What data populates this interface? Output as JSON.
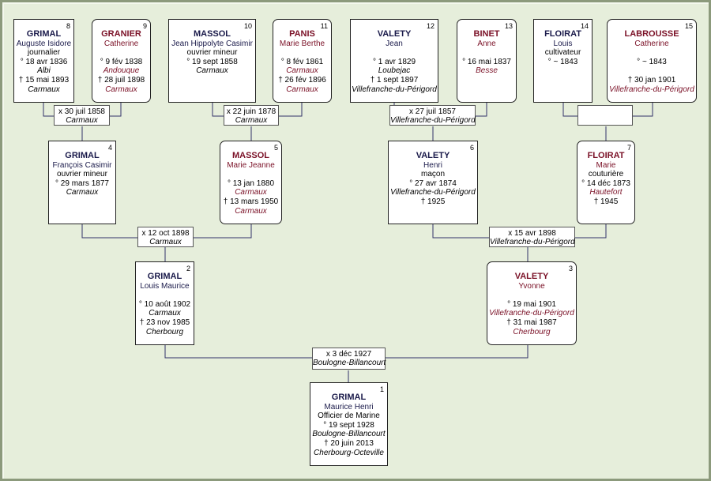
{
  "persons": {
    "p1": {
      "num": "1",
      "surname": "GRIMAL",
      "given": "Maurice Henri",
      "lines": [
        [
          "Officier de Marine",
          false
        ],
        [
          "° 19 sept 1928",
          false
        ],
        [
          "Boulogne-Billancourt",
          true
        ],
        [
          "† 20 juin 2013",
          false
        ],
        [
          "Cherbourg-Octeville",
          true
        ]
      ]
    },
    "p2": {
      "num": "2",
      "surname": "GRIMAL",
      "given": "Louis Maurice",
      "lines": [
        [
          "",
          false
        ],
        [
          "° 10 août 1902",
          false
        ],
        [
          "Carmaux",
          true
        ],
        [
          "† 23 nov 1985",
          false
        ],
        [
          "Cherbourg",
          true
        ]
      ]
    },
    "p3": {
      "num": "3",
      "surname": "VALETY",
      "given": "Yvonne",
      "lines": [
        [
          "",
          false
        ],
        [
          "° 19 mai 1901",
          false
        ],
        [
          "Villefranche-du-Périgord",
          true
        ],
        [
          "† 31 mai 1987",
          false
        ],
        [
          "Cherbourg",
          true
        ]
      ]
    },
    "p4": {
      "num": "4",
      "surname": "GRIMAL",
      "given": "François Casimir",
      "lines": [
        [
          "ouvrier mineur",
          false
        ],
        [
          "° 29 mars 1877",
          false
        ],
        [
          "Carmaux",
          true
        ]
      ]
    },
    "p5": {
      "num": "5",
      "surname": "MASSOL",
      "given": "Marie Jeanne",
      "lines": [
        [
          "",
          false
        ],
        [
          "° 13 jan 1880",
          false
        ],
        [
          "Carmaux",
          true
        ],
        [
          "† 13 mars 1950",
          false
        ],
        [
          "Carmaux",
          true
        ]
      ]
    },
    "p6": {
      "num": "6",
      "surname": "VALETY",
      "given": "Henri",
      "lines": [
        [
          "maçon",
          false
        ],
        [
          "° 27 avr 1874",
          false
        ],
        [
          "Villefranche-du-Périgord",
          true
        ],
        [
          "† 1925",
          false
        ]
      ]
    },
    "p7": {
      "num": "7",
      "surname": "FLOIRAT",
      "given": "Marie",
      "lines": [
        [
          "couturière",
          false
        ],
        [
          "° 14 déc 1873",
          false
        ],
        [
          "Hautefort",
          true
        ],
        [
          "† 1945",
          false
        ]
      ]
    },
    "p8": {
      "num": "8",
      "surname": "GRIMAL",
      "given": "Auguste Isidore",
      "lines": [
        [
          "journalier",
          false
        ],
        [
          "° 18 avr 1836",
          false
        ],
        [
          "Albi",
          true
        ],
        [
          "† 15 mai 1893",
          false
        ],
        [
          "Carmaux",
          true
        ]
      ]
    },
    "p9": {
      "num": "9",
      "surname": "GRANIER",
      "given": "Catherine",
      "lines": [
        [
          "",
          false
        ],
        [
          "° 9 fév 1838",
          false
        ],
        [
          "Andouque",
          true
        ],
        [
          "† 28 juil 1898",
          false
        ],
        [
          "Carmaux",
          true
        ]
      ]
    },
    "p10": {
      "num": "10",
      "surname": "MASSOL",
      "given": "Jean Hippolyte Casimir",
      "lines": [
        [
          "ouvrier mineur",
          false
        ],
        [
          "° 19 sept 1858",
          false
        ],
        [
          "Carmaux",
          true
        ]
      ]
    },
    "p11": {
      "num": "11",
      "surname": "PANIS",
      "given": "Marie Berthe",
      "lines": [
        [
          "",
          false
        ],
        [
          "° 8 fév 1861",
          false
        ],
        [
          "Carmaux",
          true
        ],
        [
          "† 26 fév 1896",
          false
        ],
        [
          "Carmaux",
          true
        ]
      ]
    },
    "p12": {
      "num": "12",
      "surname": "VALETY",
      "given": "Jean",
      "lines": [
        [
          "",
          false
        ],
        [
          "° 1 avr 1829",
          false
        ],
        [
          "Loubejac",
          true
        ],
        [
          "† 1 sept 1897",
          false
        ],
        [
          "Villefranche-du-Périgord",
          true
        ]
      ]
    },
    "p13": {
      "num": "13",
      "surname": "BINET",
      "given": "Anne",
      "lines": [
        [
          "",
          false
        ],
        [
          "° 16 mai 1837",
          false
        ],
        [
          "Besse",
          true
        ]
      ]
    },
    "p14": {
      "num": "14",
      "surname": "FLOIRAT",
      "given": "Louis",
      "lines": [
        [
          "cultivateur",
          false
        ],
        [
          "° ~ 1843",
          false
        ]
      ]
    },
    "p15": {
      "num": "15",
      "surname": "LABROUSSE",
      "given": "Catherine",
      "lines": [
        [
          "",
          false
        ],
        [
          "° ~ 1843",
          false
        ],
        [
          "",
          false
        ],
        [
          "† 30 jan 1901",
          false
        ],
        [
          "Villefranche-du-Périgord",
          true
        ]
      ]
    }
  },
  "marriages": {
    "m1": {
      "date": "x 3 déc 1927",
      "place": "Boulogne-Billancourt"
    },
    "m2": {
      "date": "x 12 oct 1898",
      "place": "Carmaux"
    },
    "m3": {
      "date": "x 15 avr 1898",
      "place": "Villefranche-du-Périgord"
    },
    "m4": {
      "date": "x 30 juil 1858",
      "place": "Carmaux"
    },
    "m5": {
      "date": "x 22 juin 1878",
      "place": "Carmaux"
    },
    "m6": {
      "date": "x 27 juil 1857",
      "place": "Villefranche-du-Périgord"
    },
    "m7": {
      "date": "",
      "place": ""
    }
  },
  "colors": {
    "background": "#e6eedb",
    "border": "#8c9a7c",
    "male_name": "#1a1a4a",
    "female_name": "#7a1026",
    "line": "#33336a"
  }
}
